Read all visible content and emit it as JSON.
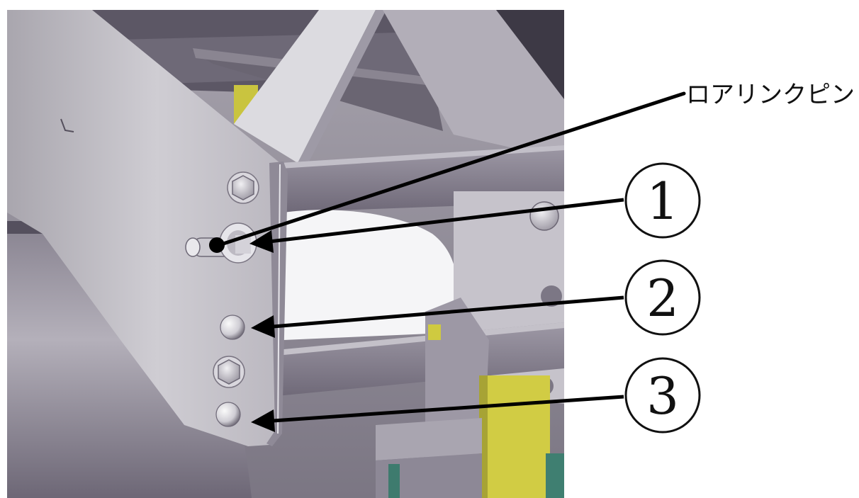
{
  "figure": {
    "labels": {
      "pin_label": "ロアリンクピン",
      "position_1": "①",
      "position_2": "②",
      "position_3": "③"
    },
    "colors": {
      "background": "#ffffff",
      "frame_plate": "#c9c7cd",
      "dark_metal": "#4a4652",
      "mid_metal": "#8d8894",
      "yellow_part": "#d2cd45",
      "arrow": "#000000"
    }
  }
}
